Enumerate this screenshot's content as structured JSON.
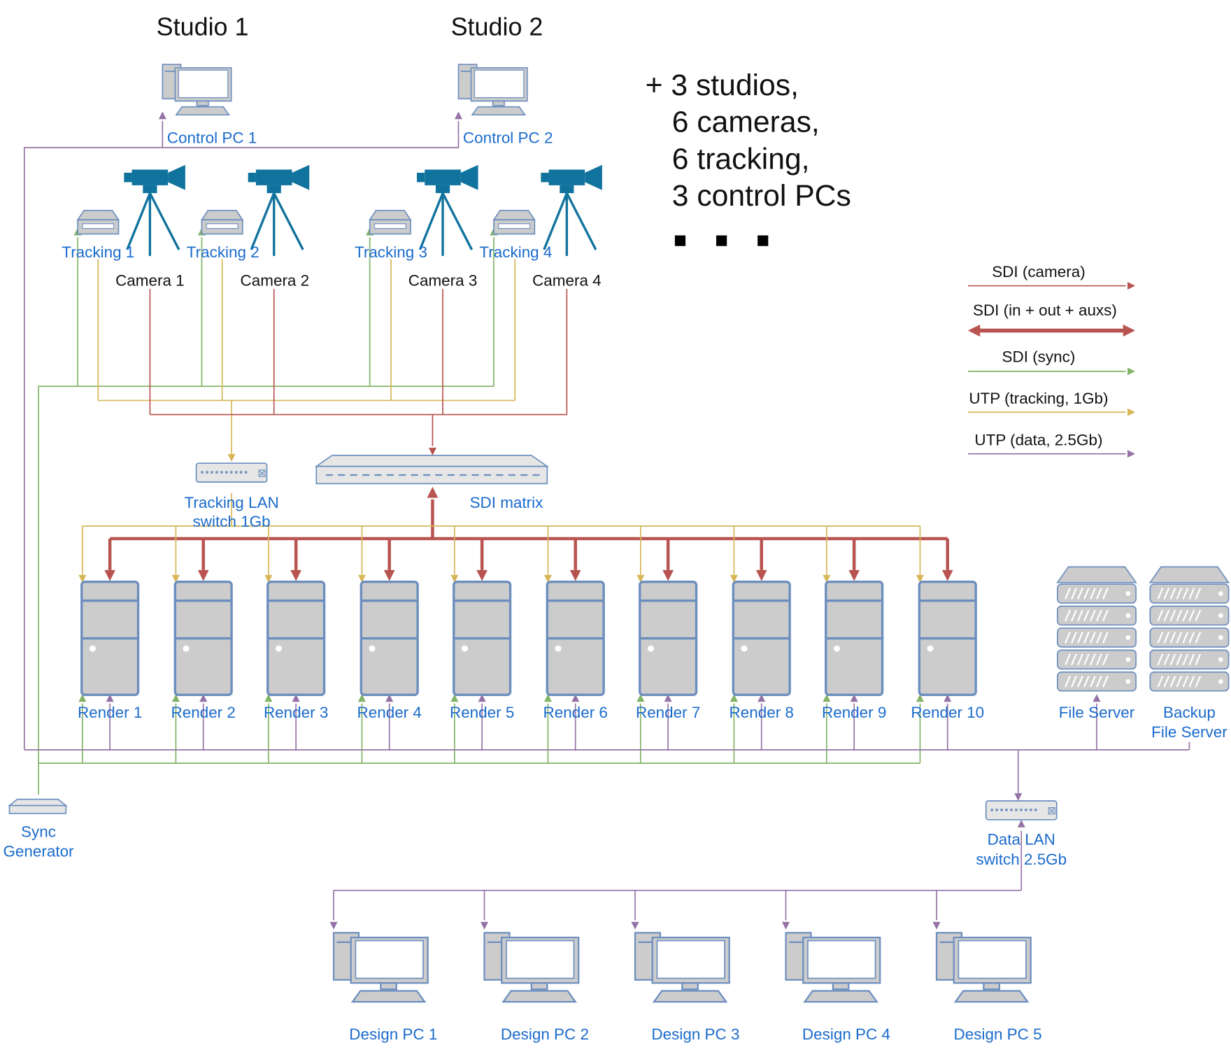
{
  "studios": [
    "Studio 1",
    "Studio 2"
  ],
  "control_pcs": [
    "Control PC 1",
    "Control PC 2"
  ],
  "tracking": [
    "Tracking 1",
    "Tracking 2",
    "Tracking 3",
    "Tracking 4"
  ],
  "cameras": [
    "Camera 1",
    "Camera 2",
    "Camera 3",
    "Camera 4"
  ],
  "summary": {
    "line1": "+ 3 studios,",
    "line2": "6 cameras,",
    "line3": "6 tracking,",
    "line4": "3 control PCs",
    "ellipsis": "■ ■ ■"
  },
  "legend": [
    {
      "label": "SDI (camera)",
      "color": "#b85450"
    },
    {
      "label": "SDI (in + out + auxs)",
      "color": "#b85450"
    },
    {
      "label": "SDI (sync)",
      "color": "#82b366"
    },
    {
      "label": "UTP (tracking, 1Gb)",
      "color": "#d6b656"
    },
    {
      "label": "UTP (data, 2.5Gb)",
      "color": "#9673a6"
    }
  ],
  "tracking_switch": {
    "line1": "Tracking LAN",
    "line2": "switch 1Gb"
  },
  "sdi_matrix": "SDI matrix",
  "renders": [
    "Render 1",
    "Render 2",
    "Render 3",
    "Render 4",
    "Render 5",
    "Render 6",
    "Render 7",
    "Render 8",
    "Render 9",
    "Render 10"
  ],
  "file_server": "File Server",
  "backup_server": {
    "line1": "Backup",
    "line2": "File Server"
  },
  "sync_generator": {
    "line1": "Sync",
    "line2": "Generator"
  },
  "data_switch": {
    "line1": "Data LAN",
    "line2": "switch 2.5Gb"
  },
  "design_pcs": [
    "Design PC 1",
    "Design PC 2",
    "Design PC 3",
    "Design PC 4",
    "Design PC 5"
  ],
  "colors": {
    "sdi": "#b85450",
    "sync": "#82b366",
    "tracking": "#d6b656",
    "data": "#9673a6",
    "label": "#1a6bcc",
    "device_fill": "#cccccc",
    "device_stroke": "#6c8ebf",
    "camera": "#10739e"
  }
}
